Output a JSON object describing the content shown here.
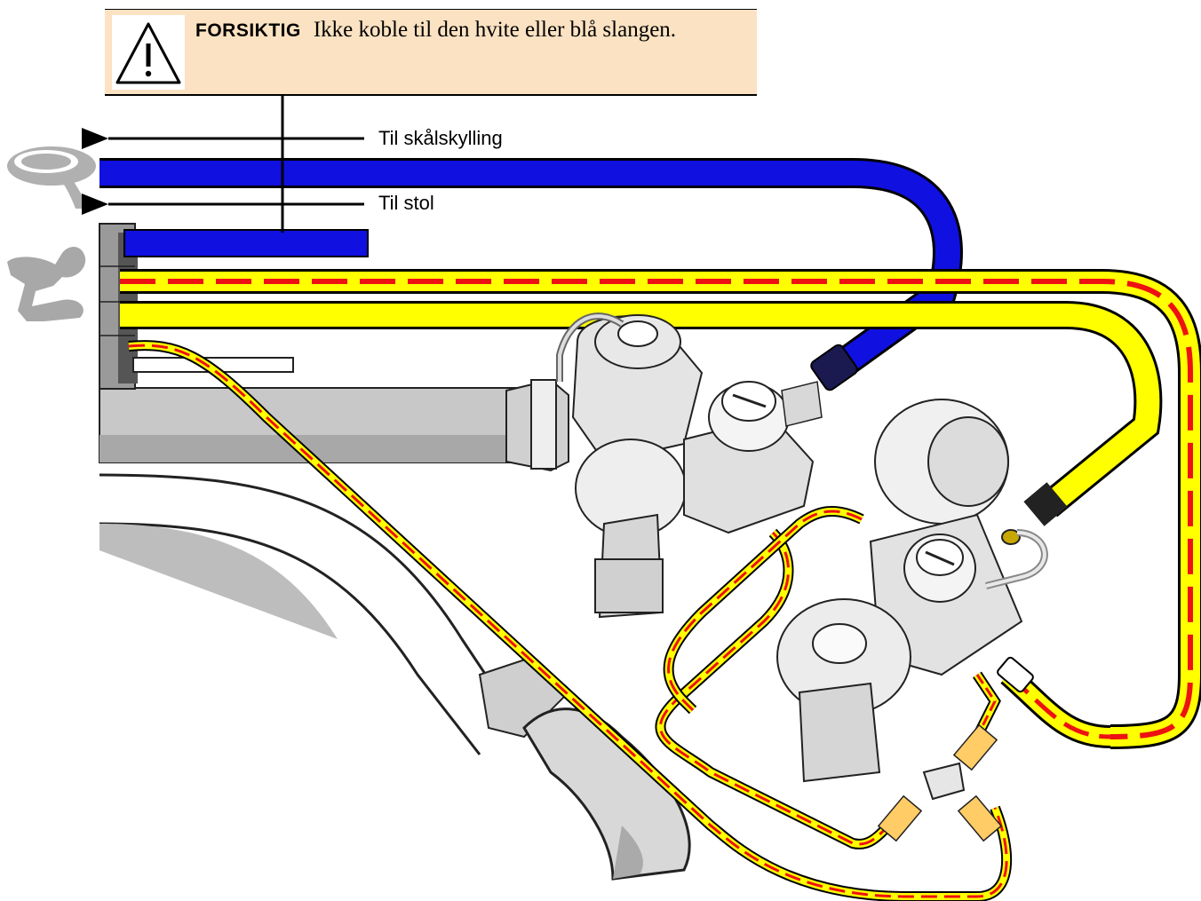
{
  "caution": {
    "label": "FORSIKTIG",
    "text": "Ikke koble til den hvite eller blå slangen.",
    "icon": "warning-triangle-icon"
  },
  "labels": {
    "bowl_rinse": "Til skålskylling",
    "chair": "Til stol"
  },
  "icons": {
    "bowl": "spittoon-bowl-icon",
    "chair": "dental-chair-icon"
  },
  "colors": {
    "water_hose": "#1010e0",
    "air_hose": "#ffff00",
    "stripe": "#ee1111",
    "caution_bg": "#fbe2c2",
    "grey_part": "#b8b8b8"
  }
}
